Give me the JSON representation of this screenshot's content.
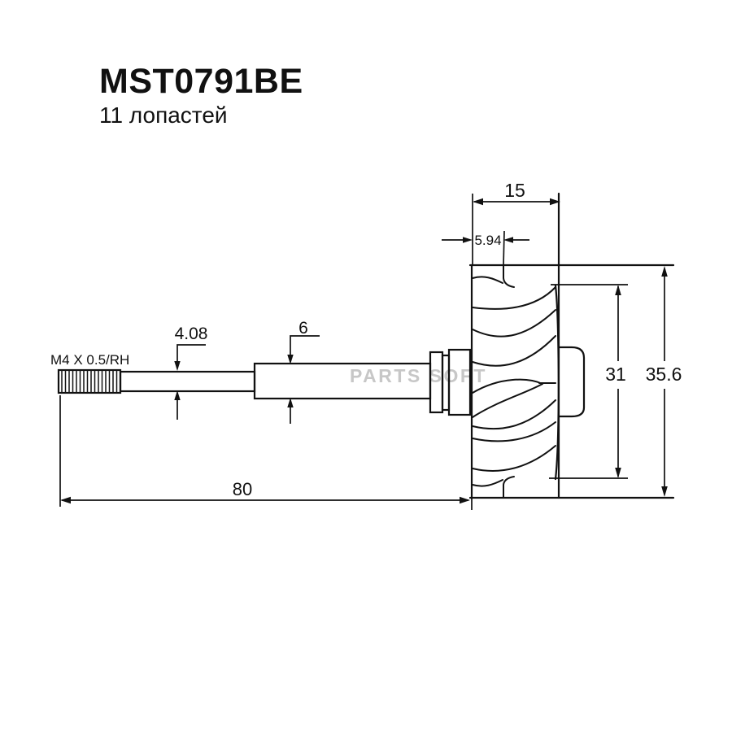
{
  "header": {
    "part_number": "MST0791BE",
    "blade_count": "11 лопастей"
  },
  "watermark": {
    "text": "PARTS SOFT",
    "color": "#c7c7c7"
  },
  "drawing": {
    "type": "technical-part-drawing",
    "subject": "turbine shaft and wheel",
    "line_color": "#111111",
    "thread_label": "M4 X 0.5/RH",
    "dimensions": {
      "wheel_width": "15",
      "hub_back_width": "5.94",
      "shaft_minor_diameter": "4.08",
      "shaft_major_diameter": "6",
      "shaft_length": "80",
      "exducer_diameter": "31",
      "overall_wheel_diameter": "35.6"
    }
  }
}
